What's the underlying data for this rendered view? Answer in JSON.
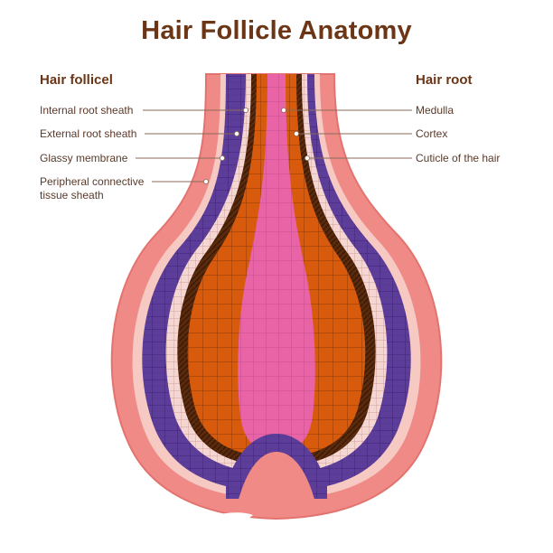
{
  "title": "Hair Follicle Anatomy",
  "left_heading": "Hair follicel",
  "right_heading": "Hair root",
  "left_labels": [
    "Internal root sheath",
    "External root sheath",
    "Glassy membrane",
    "Peripheral connective",
    "tissue sheath"
  ],
  "right_labels": [
    "Medulla",
    "Cortex",
    "Cuticle of the hair"
  ],
  "colors": {
    "title": "#6b3516",
    "connective_tissue": "#f08a86",
    "connective_edge": "#e2736f",
    "glassy_membrane": "#f6c9c2",
    "external_root_sheath": "#5d3d9a",
    "internal_root_sheath": "#f4d7d2",
    "cuticle": "#5a2a0c",
    "cortex": "#d85a0c",
    "medulla": "#e864a6"
  }
}
